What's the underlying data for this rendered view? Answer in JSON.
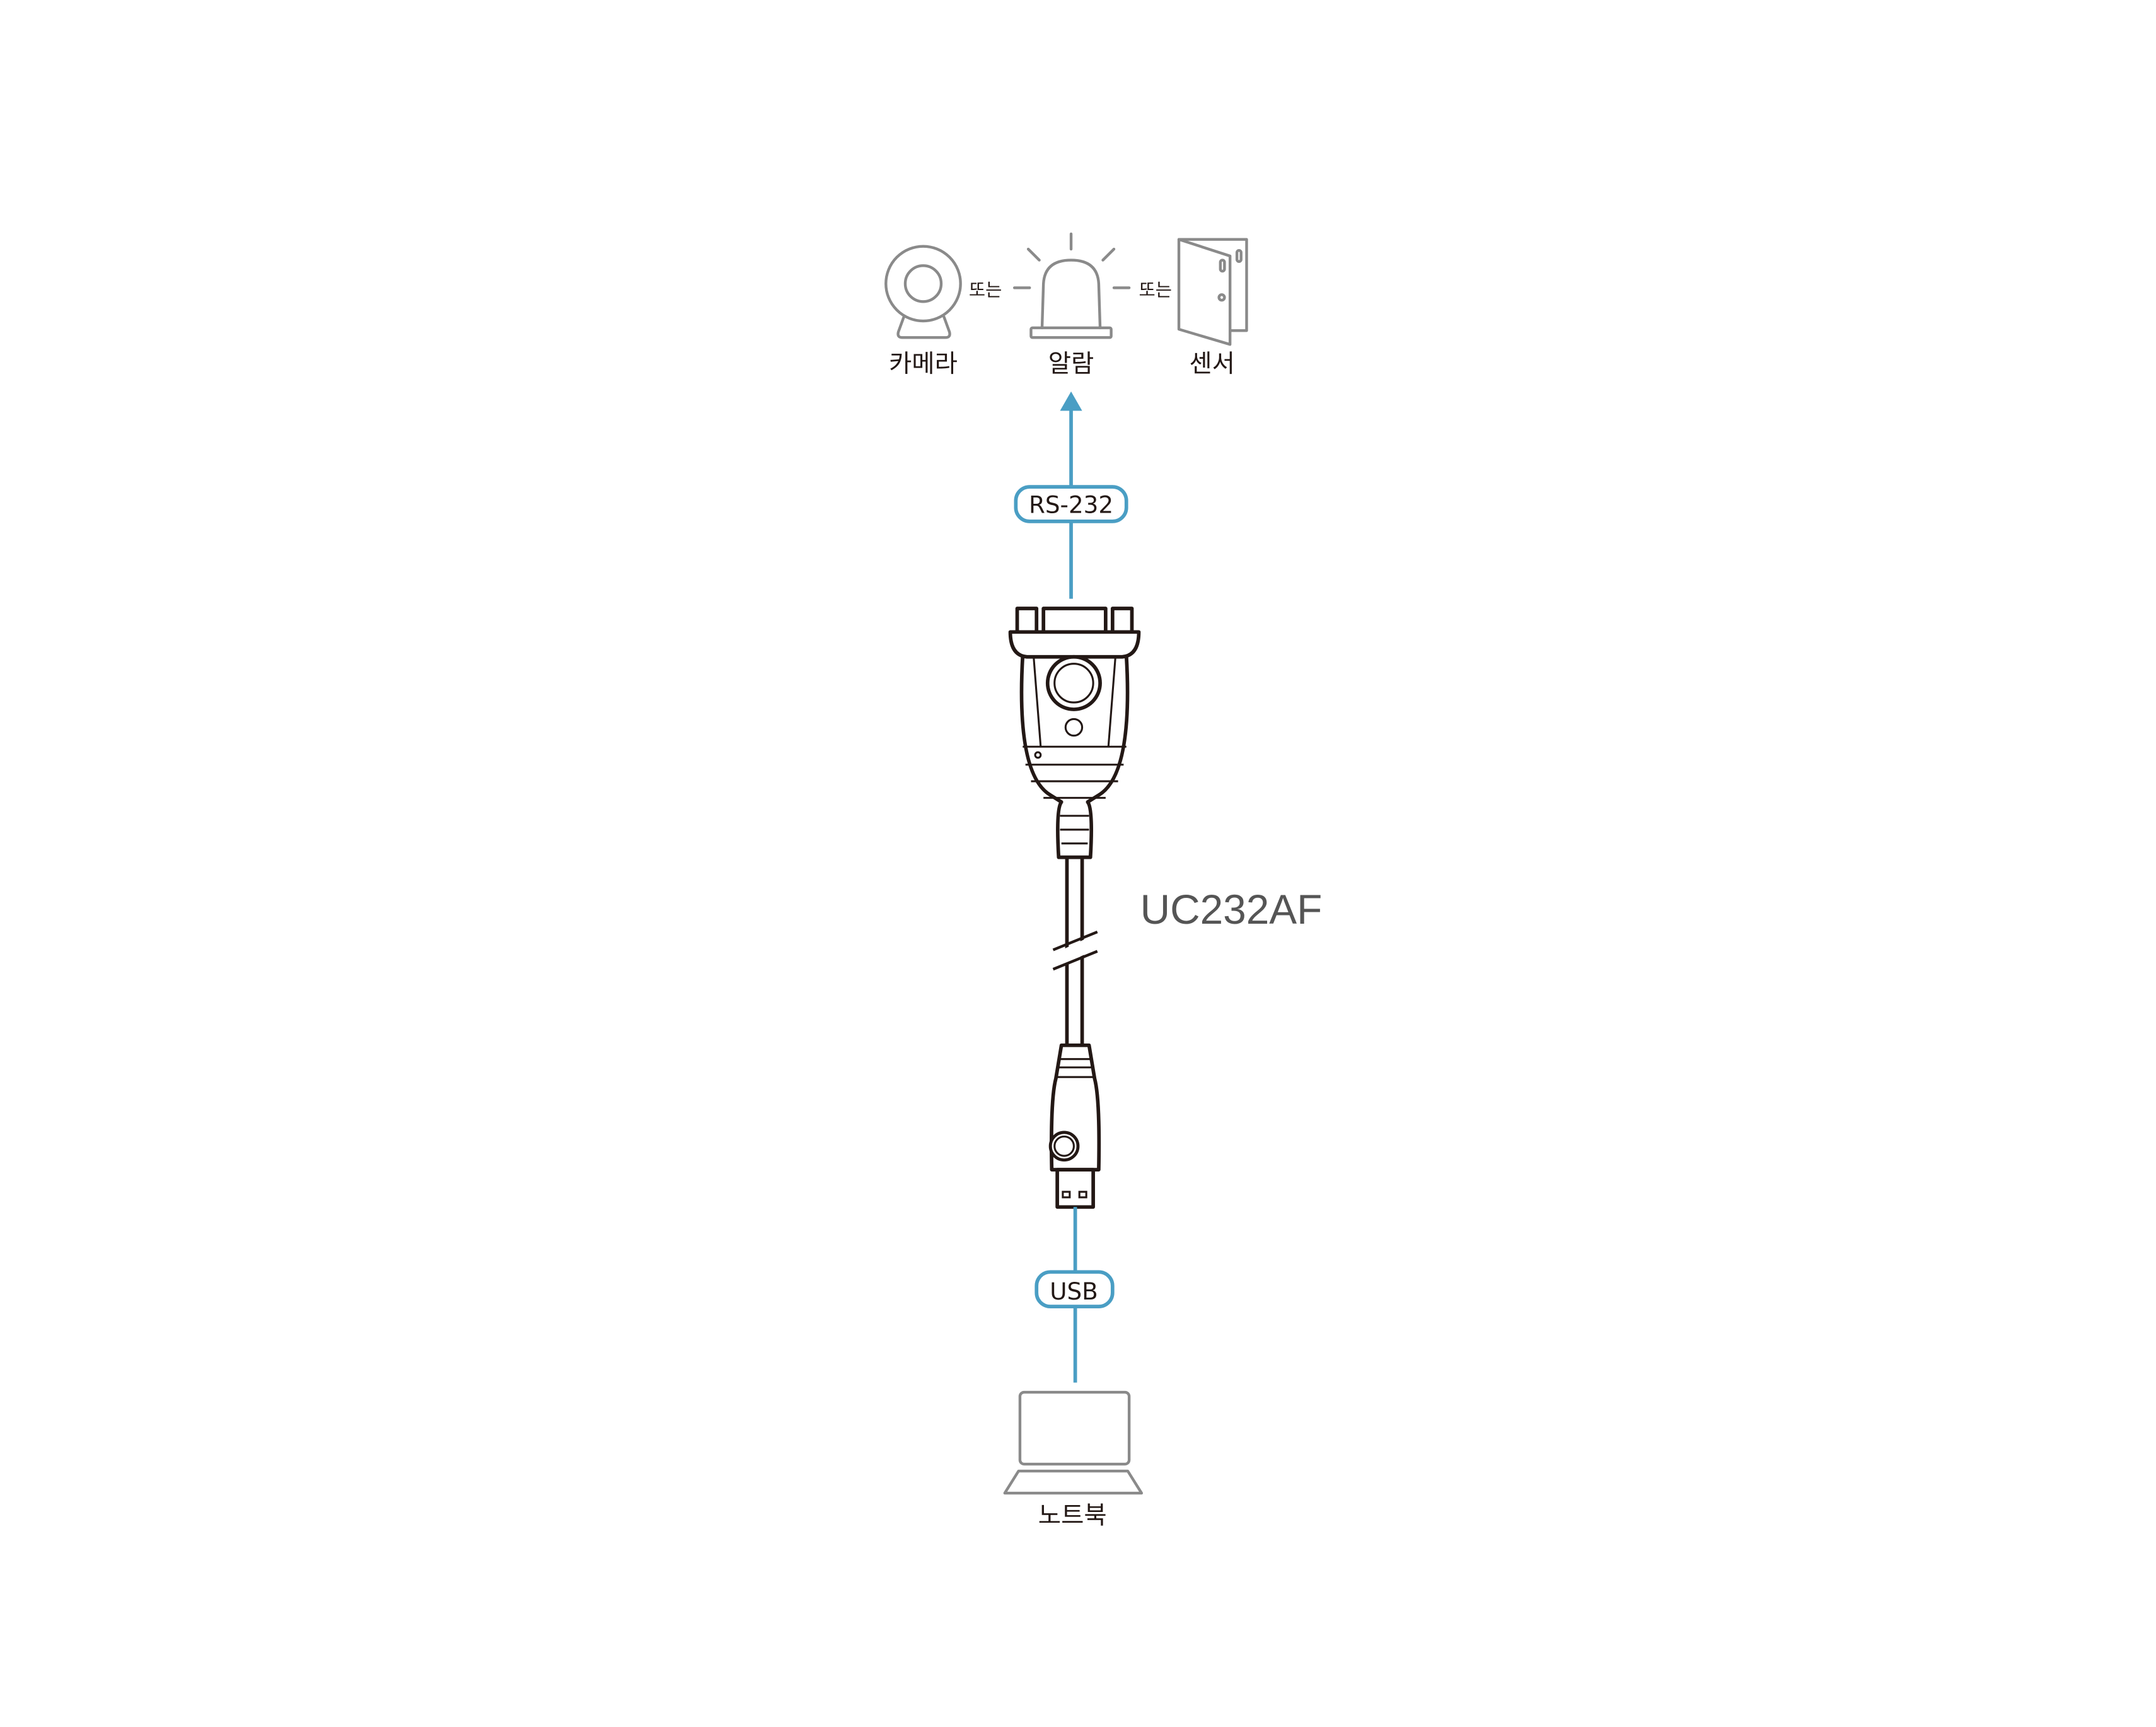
{
  "devices": {
    "camera_label": "카메라",
    "alarm_label": "알람",
    "sensor_label": "센서",
    "or_left": "또는",
    "or_right": "또는"
  },
  "connections": {
    "serial_label": "RS-232",
    "usb_label": "USB"
  },
  "product": {
    "model": "UC232AF"
  },
  "host": {
    "laptop_label": "노트북"
  },
  "colors": {
    "accent": "#4a9ec4",
    "icon_gray": "#8a8a8a",
    "line_black": "#231815"
  }
}
